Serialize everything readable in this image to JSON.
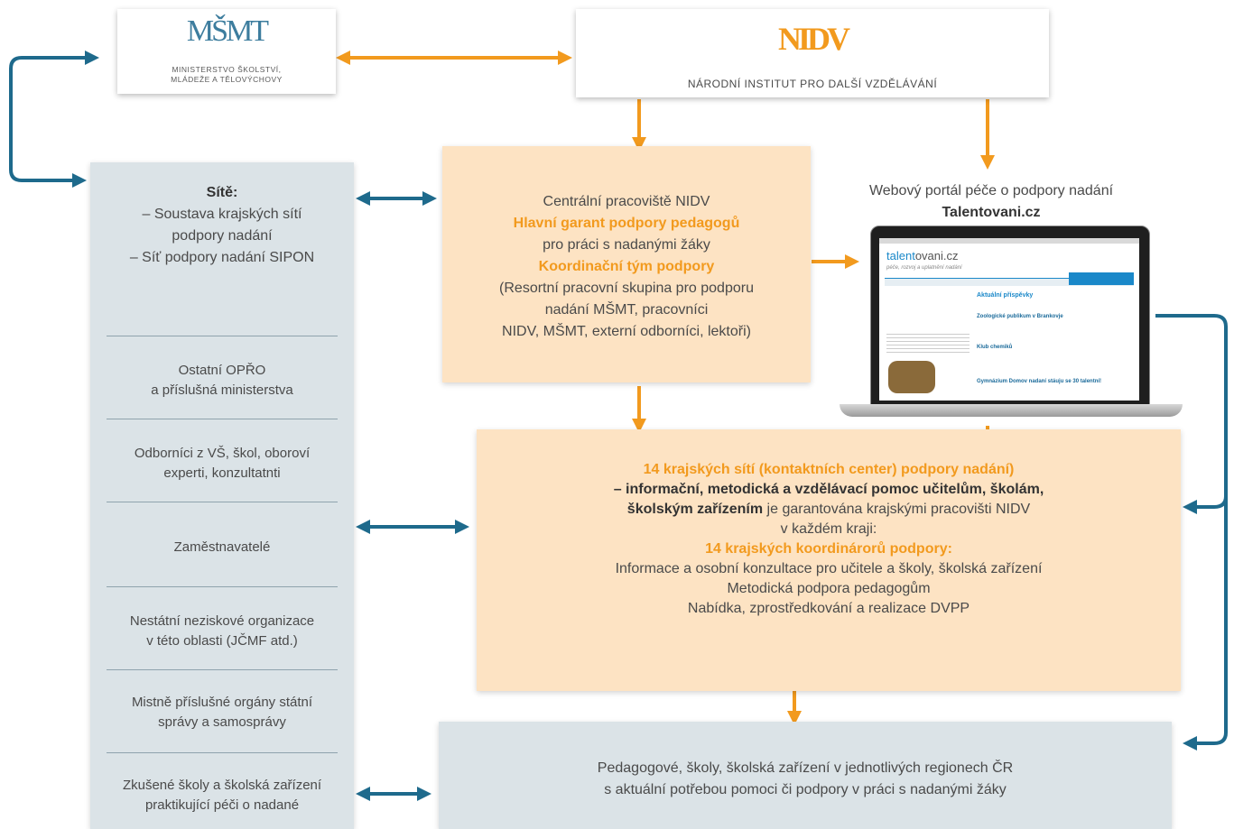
{
  "msmt": {
    "logo_text": "MŠMT",
    "name_line1": "MINISTERSTVO ŠKOLSTVÍ,",
    "name_line2": "MLÁDEŽE A TĚLOVÝCHOVY"
  },
  "nidv": {
    "logo_text": "NIDV",
    "name": "NÁRODNÍ INSTITUT PRO DALŠÍ VZDĚLÁVÁNÍ"
  },
  "networks": {
    "title": "Sítě:",
    "lines": [
      "– Soustava krajských sítí",
      "podpory nadání",
      "– Síť podpory nadání SIPON"
    ],
    "items": [
      [
        "Ostatní OPŘO",
        "a příslušná ministerstva"
      ],
      [
        "Odborníci z VŠ, škol, oboroví",
        "experti, konzultatnti"
      ],
      [
        "Zaměstnavatelé"
      ],
      [
        "Nestátní neziskové organizace",
        "v této oblasti (JČMF atd.)"
      ],
      [
        "Mistně příslušné orgány státní",
        "správy a samosprávy"
      ],
      [
        "Zkušené školy a školská zařízení",
        "praktikující péči o nadané"
      ]
    ]
  },
  "central": {
    "line1": "Centrální pracoviště NIDV",
    "line2": "Hlavní garant podpory pedagogů",
    "line3": "pro práci s nadanými žáky",
    "line4": "Koordinační tým podpory",
    "line5": "(Resortní pracovní skupina pro podporu",
    "line6": "nadání MŠMT, pracovníci",
    "line7": "NIDV, MŠMT, externí odborníci, lektoři)"
  },
  "portal": {
    "caption": "Webový portál péče o podpory nadání",
    "name": "Talentovani.cz",
    "screen_logo_a": "talent",
    "screen_logo_b": "ovani.cz",
    "screen_tagline": "péče, rozvoj a uplatnění nadání",
    "screen_heading": "Aktuální příspěvky",
    "screen_posts": [
      "Zoologické publikum v Brankovje",
      "Klub chemiků",
      "Gymnázium Domov nadaní stáuju se 30 talentní!"
    ]
  },
  "regional": {
    "l1": "14 krajských sítí (kontaktních center) podpory nadání)",
    "l2": "– informační, metodická a vzdělávací pomoc učitelům, školám,",
    "l3_bold": "školským zařízením",
    "l3_rest": " je garantována krajskými pracovišti NIDV",
    "l4": "v každém kraji:",
    "l5": "14 krajských koordinárorů podpory:",
    "l6": "Informace a osobní konzultace pro učitele a školy, školská zařízení",
    "l7": "Metodická podpora pedagogům",
    "l8": "Nabídka, zprostředkování a realizace DVPP"
  },
  "teachers": {
    "line1": "Pedagogové, školy, školská zařízení v jednotlivých regionech ČR",
    "line2": "s aktuální potřebou pomoci či podpory v práci s nadanými žáky"
  },
  "colors": {
    "orange_arrow": "#f29a1e",
    "blue_arrow": "#1e6a8c",
    "orange_box": "#fde3c3",
    "grey_box": "#dbe3e7"
  }
}
